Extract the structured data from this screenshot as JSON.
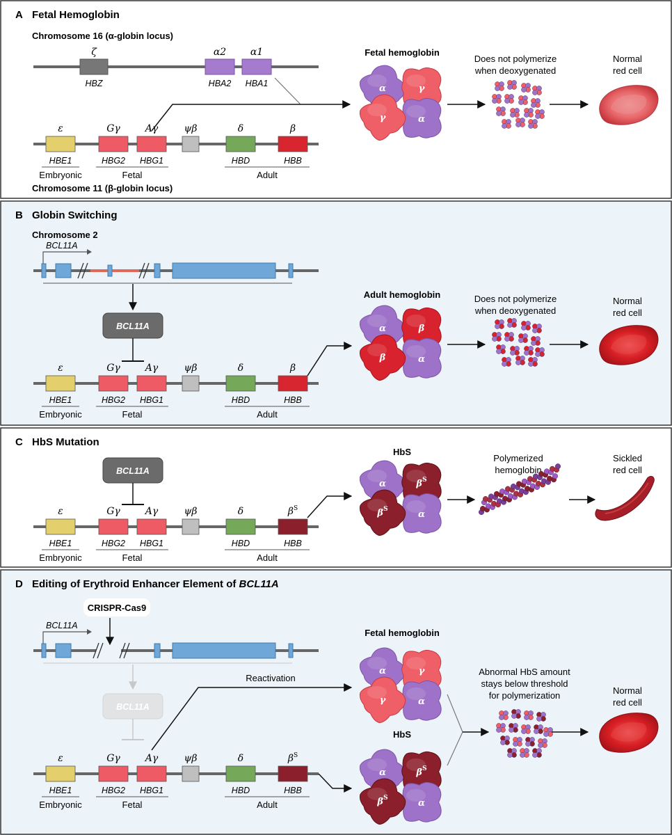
{
  "panels": {
    "a": {
      "letter": "A",
      "title": "Fetal Hemoglobin",
      "chr16": "Chromosome 16 (α-globin locus)",
      "chr11": "Chromosome 11 (β-globin locus)",
      "protein": "Fetal hemoglobin",
      "caption1": "Does not polymerize",
      "caption2": "when deoxygenated",
      "cell1": "Normal",
      "cell2": "red cell"
    },
    "b": {
      "letter": "B",
      "title": "Globin Switching",
      "chr2": "Chromosome 2",
      "gene": "BCL11A",
      "repressor": "BCL11A",
      "protein": "Adult hemoglobin",
      "caption1": "Does not polymerize",
      "caption2": "when deoxygenated",
      "cell1": "Normal",
      "cell2": "red cell"
    },
    "c": {
      "letter": "C",
      "title": "HbS Mutation",
      "repressor": "BCL11A",
      "protein": "HbS",
      "caption1": "Polymerized",
      "caption2": "hemoglobin",
      "cell1": "Sickled",
      "cell2": "red cell"
    },
    "d": {
      "letter": "D",
      "title_prefix": "Editing of Erythroid Enhancer Element of ",
      "title_italic": "BCL11A",
      "tool": "CRISPR-Cas9",
      "gene": "BCL11A",
      "repressor": "BCL11A",
      "reactivation": "Reactivation",
      "protein_fetal": "Fetal hemoglobin",
      "protein_hbs": "HbS",
      "caption1": "Abnormal HbS amount",
      "caption2": "stays below threshold",
      "caption3": "for polymerization",
      "cell1": "Normal",
      "cell2": "red cell"
    }
  },
  "alpha_locus": {
    "genes": [
      {
        "symbol": "ζ",
        "name": "HBZ"
      },
      {
        "symbol": "α2",
        "name": "HBA2"
      },
      {
        "symbol": "α1",
        "name": "HBA1"
      }
    ]
  },
  "beta_locus": {
    "genes": [
      {
        "symbol": "ε",
        "name": "HBE1",
        "color": "#e3cf6c"
      },
      {
        "symbol": "Gγ",
        "name": "HBG2",
        "color": "#ee5b65"
      },
      {
        "symbol": "Aγ",
        "name": "HBG1",
        "color": "#ee5b65"
      },
      {
        "symbol": "ψβ",
        "name": "",
        "color": "#bfbfbf"
      },
      {
        "symbol": "δ",
        "name": "HBD",
        "color": "#76a85a"
      },
      {
        "symbol": "β",
        "name": "HBB",
        "color": "#d82630"
      }
    ],
    "mutant_symbol": "β",
    "mutant_superscript": "S",
    "stages": [
      "Embryonic",
      "Fetal",
      "Adult"
    ]
  },
  "subunits": {
    "alpha": "α",
    "gamma": "γ",
    "beta": "β",
    "beta_s": "β",
    "s_superscript": "S"
  },
  "colors": {
    "panel_bg": "#edf4f9",
    "alpha_purple": "#9a6fc4",
    "gamma_red": "#ee5f66",
    "beta_red": "#d82630",
    "hbs_dark": "#8c1f2c",
    "exon_blue": "#6fa8d8",
    "repressor_gray": "#6a6a6a"
  }
}
